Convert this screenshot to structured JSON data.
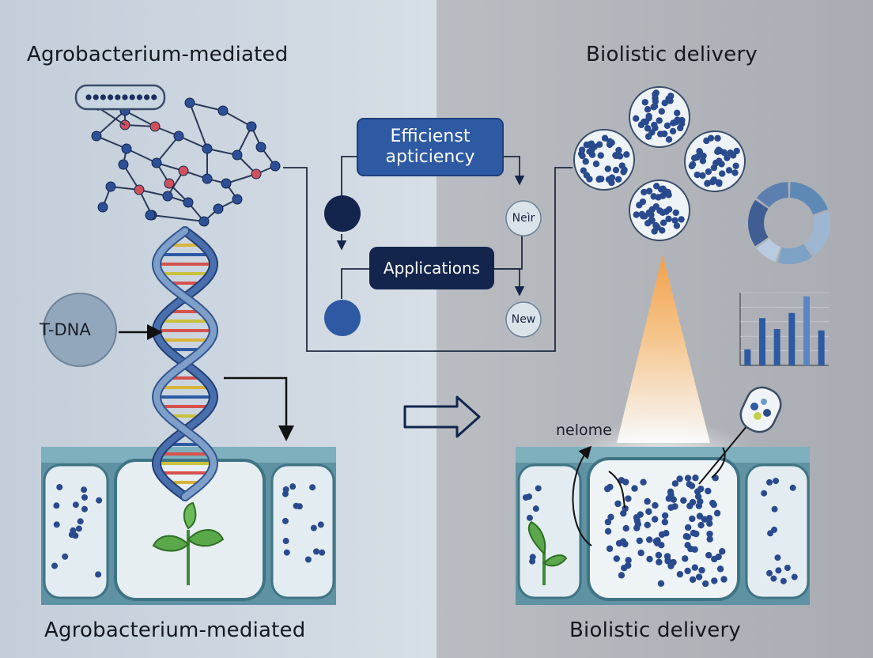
{
  "titles": {
    "left_top": "Agrobacterium-mediated",
    "right_top": "Biolistic delivery",
    "left_bottom": "Agrobacterium-mediated",
    "right_bottom": "Biolistic delivery"
  },
  "labels": {
    "tdna": "T-DNA",
    "efficient": "Efficienst\napticiency",
    "applications": "Applications",
    "neir": "Neìr",
    "new": "New",
    "nelome": "nelome"
  },
  "chart_data": [
    {
      "type": "pie",
      "values": [
        20,
        20,
        15,
        10,
        20,
        15
      ],
      "colors": [
        "#5f89b5",
        "#9db7d3",
        "#7ea1c6",
        "#b8cbe0",
        "#3f5f94",
        "#5c7fb0"
      ]
    },
    {
      "type": "bar",
      "values": [
        2.2,
        6.5,
        5.0,
        7.2,
        9.5,
        4.8
      ],
      "ylim": [
        0,
        10
      ]
    }
  ],
  "colors": {
    "left_bg": "#c8d3de",
    "right_bg": "#aeb2b8",
    "navy": "#13254d",
    "blue": "#2d5aa3",
    "cell_fill": "#5f93a3",
    "cell_inner": "#e6eef2",
    "dot": "#2a4a8e"
  }
}
